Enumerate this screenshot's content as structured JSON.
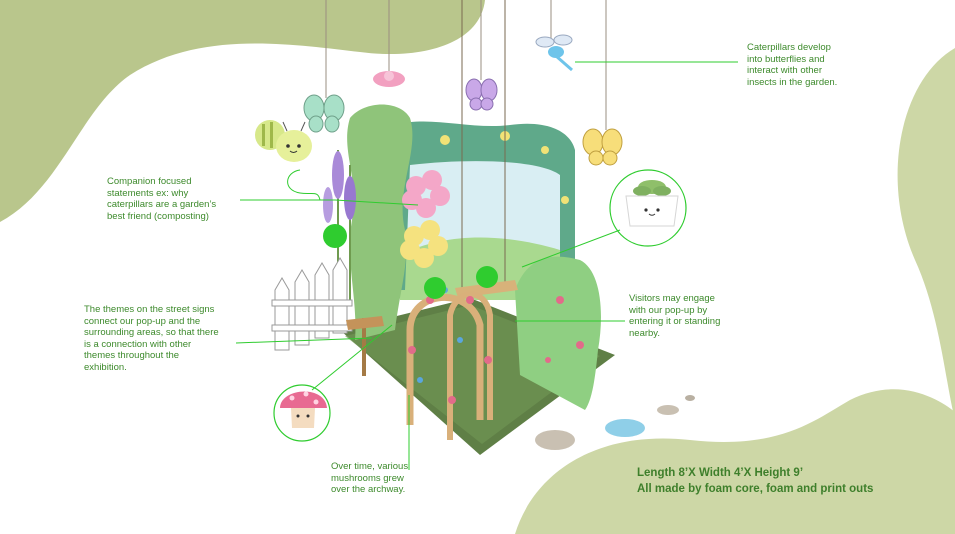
{
  "notes": {
    "caterpillars": [
      "Caterpillars develop",
      "into butterflies and",
      "interact with other",
      "insects in the garden."
    ],
    "companion": [
      "Companion focused",
      "statements ex: why",
      "caterpillars are a garden’s",
      "best friend (composting)"
    ],
    "visitors": [
      "Visitors may engage",
      "with our pop-up by",
      "entering it or standing",
      "nearby."
    ],
    "street_signs": [
      "The themes on the street signs",
      "connect our pop-up and the",
      "surrounding areas, so that there",
      "is a connection with other",
      "themes throughout the",
      "exhibition."
    ],
    "mushrooms": [
      "Over time, various",
      "mushrooms grew",
      "over the archway."
    ]
  },
  "dimensions": [
    "Length 8’X Width 4’X Height 9’",
    "All made by foam core, foam and print outs"
  ],
  "colors": {
    "blob_green": "#b9c68c",
    "blob_light": "#cdd7a6",
    "annotation_green": "#2fcc2f",
    "text_green": "#3d8a2c",
    "arch_teal": "#5fa98a"
  }
}
